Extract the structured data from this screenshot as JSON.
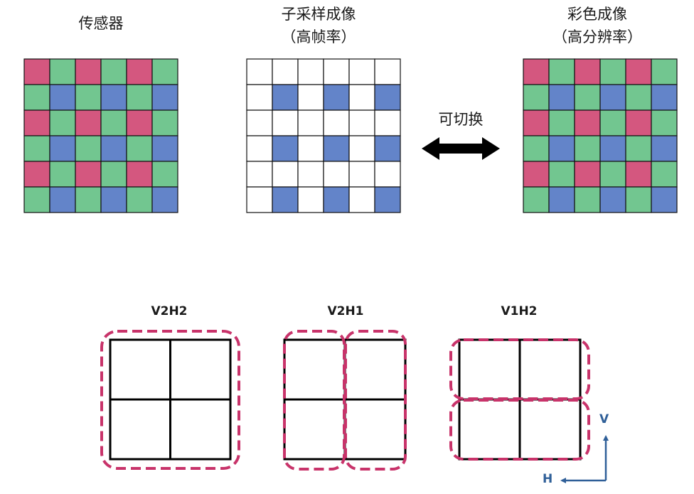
{
  "top": {
    "sensor": {
      "label": "传感器"
    },
    "subsampled": {
      "line1": "子采样成像",
      "line2": "（高帧率）"
    },
    "switch_label": "可切换",
    "color": {
      "line1": "彩色成像",
      "line2": "（高分辨率）"
    }
  },
  "bottom": {
    "modes": [
      {
        "label": "V2H2"
      },
      {
        "label": "V2H1"
      },
      {
        "label": "V1H2"
      }
    ],
    "axis": {
      "v": "V",
      "h": "H"
    }
  },
  "colors": {
    "red": "#d4577f",
    "green": "#72c690",
    "blue": "#6384c9",
    "dash": "#c8336a",
    "axis": "#2f5f98"
  }
}
